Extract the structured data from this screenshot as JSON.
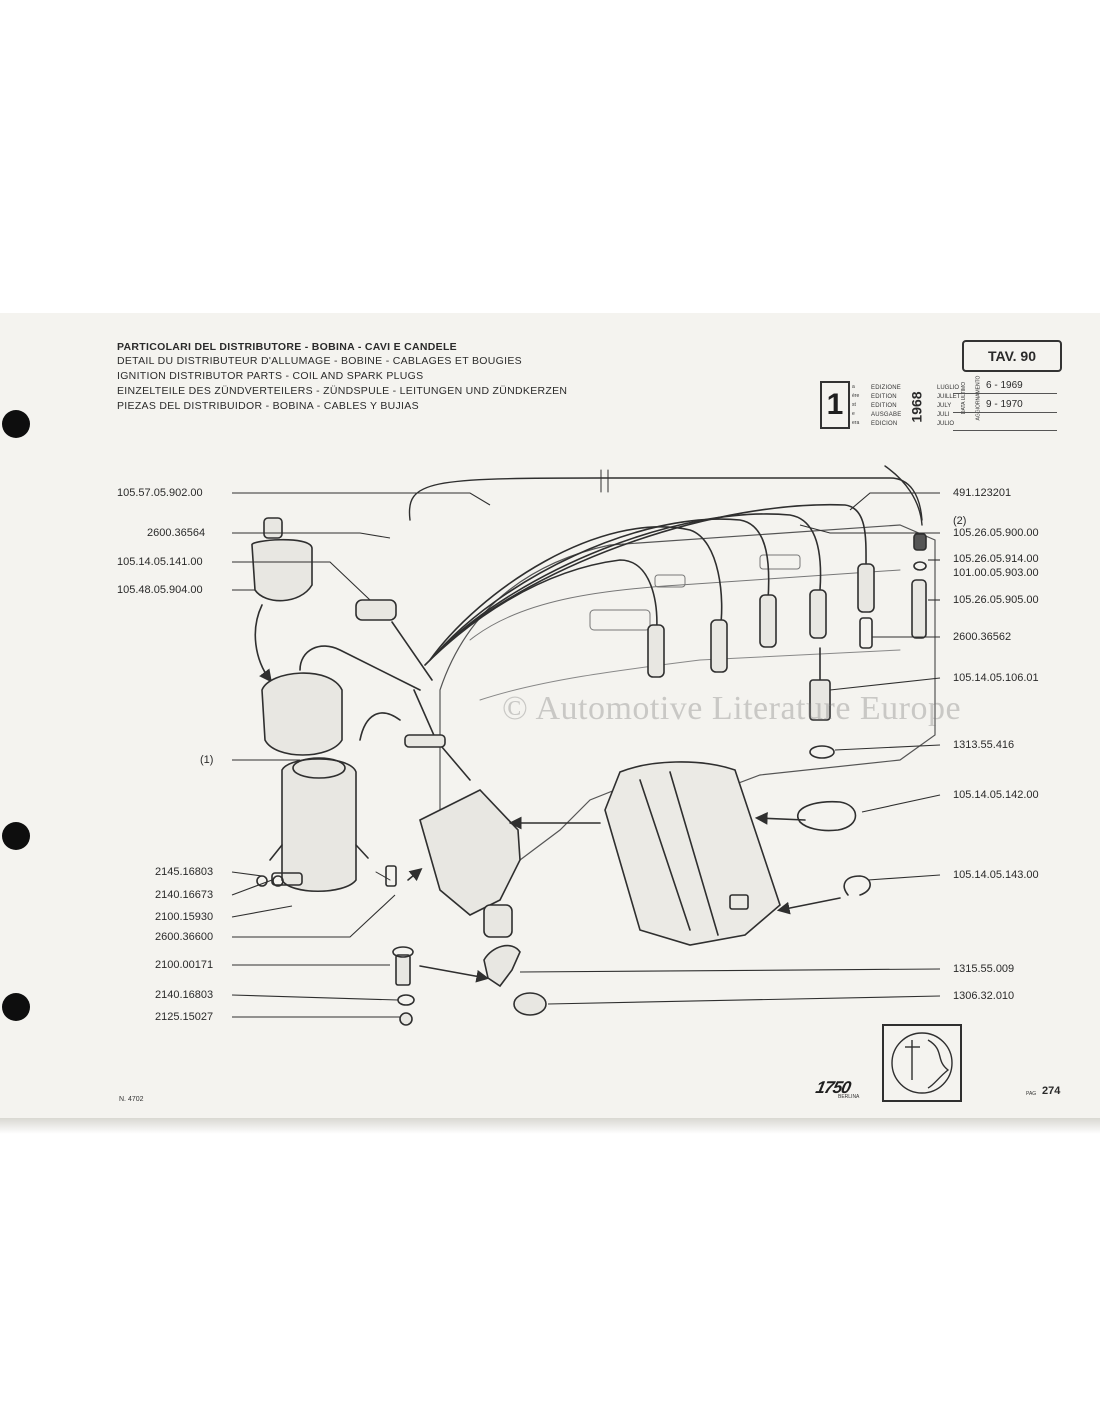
{
  "header": {
    "titles": [
      "PARTICOLARI DEL DISTRIBUTORE - BOBINA - CAVI E CANDELE",
      "DETAIL DU DISTRIBUTEUR D'ALLUMAGE - BOBINE - CABLAGES ET BOUGIES",
      "IGNITION DISTRIBUTOR PARTS - COIL AND SPARK PLUGS",
      "EINZELTEILE DES ZÜNDVERTEILERS - ZÜNDSPULE - LEITUNGEN UND ZÜNDKERZEN",
      "PIEZAS DEL DISTRIBUIDOR - BOBINA - CABLES Y BUJIAS"
    ],
    "plate": "TAV. 90"
  },
  "edition": {
    "number": "1",
    "ordinals": [
      "a",
      "ère",
      "st",
      "e",
      "era"
    ],
    "labels": [
      "EDIZIONE",
      "EDITION",
      "EDITION",
      "AUSGABE",
      "EDICION"
    ],
    "months": [
      "LUGLIO",
      "JUILLET",
      "JULY",
      "JULI",
      "JULIO"
    ],
    "year": "1968",
    "vertical_labels": [
      "DATA ULTIMO",
      "AGGIORNAMENTO"
    ],
    "updates": [
      "6 - 1969",
      "9 - 1970"
    ]
  },
  "parts_left": [
    "105.57.05.902.00",
    "2600.36564",
    "105.14.05.141.00",
    "105.48.05.904.00",
    "(1)",
    "2145.16803",
    "2140.16673",
    "2100.15930",
    "2600.36600",
    "2100.00171",
    "2140.16803",
    "2125.15027"
  ],
  "parts_right": [
    "491.123201",
    "(2)",
    "105.26.05.900.00",
    "105.26.05.914.00",
    "101.00.05.903.00",
    "105.26.05.905.00",
    "2600.36562",
    "105.14.05.106.01",
    "1313.55.416",
    "105.14.05.142.00",
    "105.14.05.143.00",
    "1315.55.009",
    "1306.32.010"
  ],
  "watermark": "© Automotive Literature Europe",
  "footer": {
    "doc_number": "N. 4702",
    "model": "1750",
    "model_sub": "BERLINA",
    "page_label": "PAG",
    "page_number": "274"
  },
  "colors": {
    "ink": "#2a2a2a",
    "paper": "#f4f3ef",
    "holes": "#0e0e0e"
  }
}
